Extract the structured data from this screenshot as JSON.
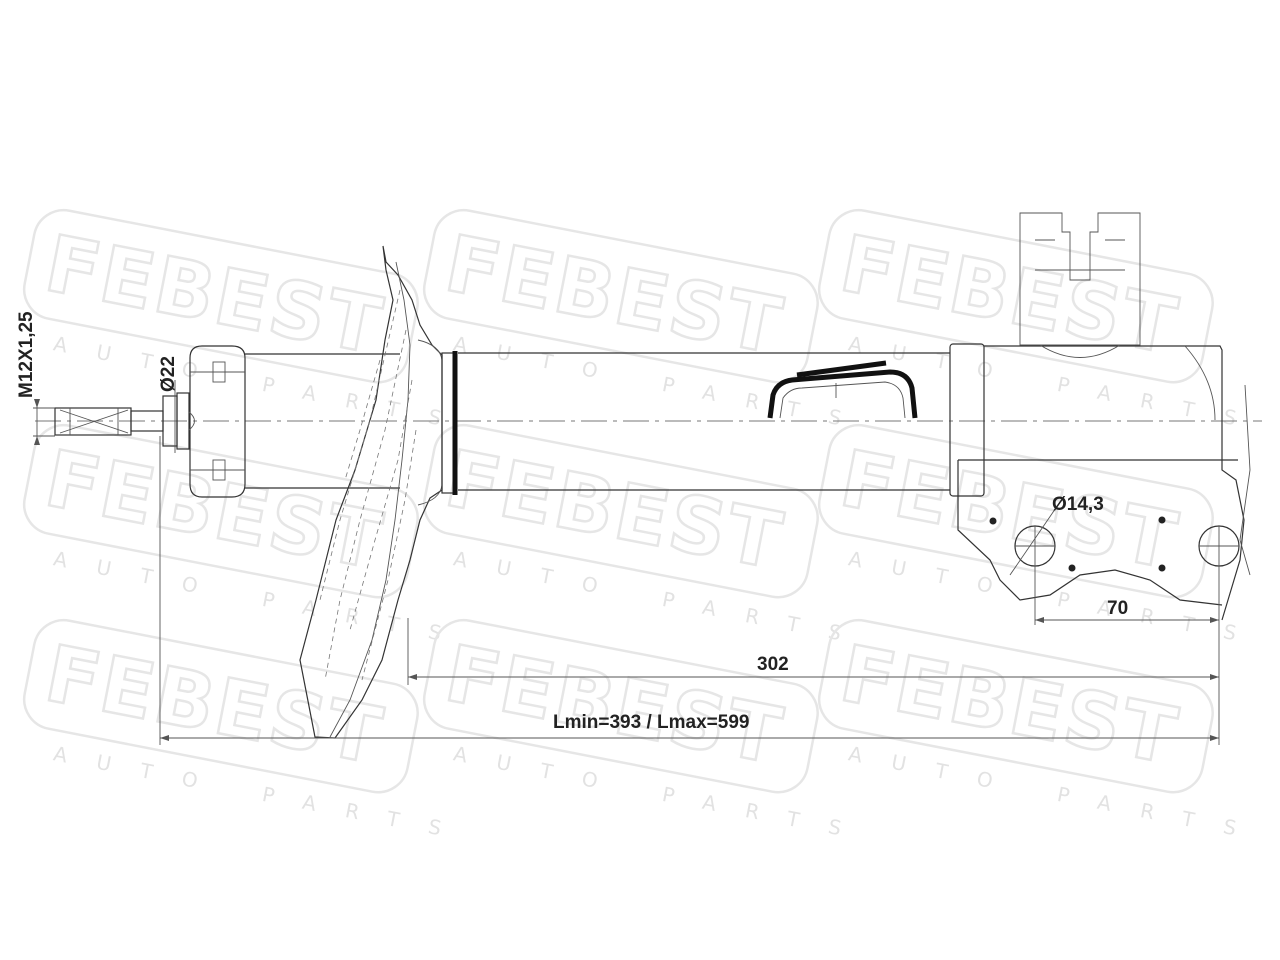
{
  "watermark": {
    "brand": "FEBEST",
    "tagline": "AUTO PARTS"
  },
  "dimensions": {
    "thread": "M12X1,25",
    "rod_diameter": "Ø22",
    "hole_diameter": "Ø14,3",
    "hole_spacing": "70",
    "body_length": "302",
    "total_length": "Lmin=393 / Lmax=599"
  }
}
